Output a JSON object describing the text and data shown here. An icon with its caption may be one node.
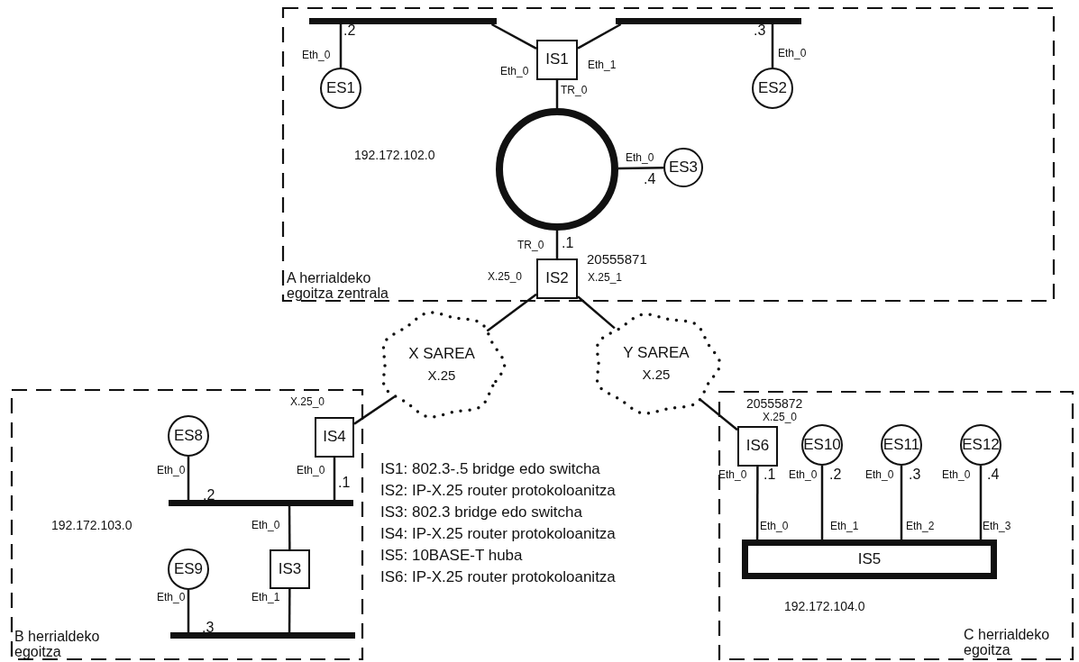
{
  "diagram": {
    "nodes": [
      {
        "text": [
          "A herrialdeko egoitza zentrala"
        ]
      },
      {
        "text": [],
        "shape": "bar",
        "in": 0
      },
      {
        "text": [],
        "shape": "bar",
        "in": 0
      },
      {
        "text": [
          "IS1"
        ],
        "in": 0
      },
      {
        "text": [
          "ES1"
        ],
        "in": 0
      },
      {
        "text": [
          "ES2"
        ],
        "in": 0
      },
      {
        "text": [],
        "shape": "circle",
        "in": 0
      },
      {
        "text": [
          "ES3"
        ],
        "in": 0
      },
      {
        "text": [
          "IS2"
        ],
        "in": 0
      },
      {
        "text": [
          "X SAREA",
          "X.25"
        ]
      },
      {
        "text": [
          "Y SAREA",
          "X.25"
        ]
      },
      {
        "text": [
          "B herrialdeko egoitza"
        ]
      },
      {
        "text": [
          "ES8"
        ],
        "in": 11
      },
      {
        "text": [
          "IS4"
        ],
        "in": 11
      },
      {
        "text": [],
        "shape": "bar",
        "in": 11
      },
      {
        "text": [
          "IS3"
        ],
        "in": 11
      },
      {
        "text": [
          "ES9"
        ],
        "in": 11
      },
      {
        "text": [],
        "shape": "bar",
        "in": 11
      },
      {
        "text": [
          "C herrialdeko egoitza"
        ]
      },
      {
        "text": [
          "IS6"
        ],
        "in": 18
      },
      {
        "text": [
          "ES10"
        ],
        "in": 18
      },
      {
        "text": [
          "ES11"
        ],
        "in": 18
      },
      {
        "text": [
          "ES12"
        ],
        "in": 18
      },
      {
        "text": [
          "IS5"
        ],
        "in": 18
      }
    ],
    "edges": [
      {
        "from": 1,
        "to": 3,
        "arrow": "none"
      },
      {
        "from": 3,
        "to": 2,
        "arrow": "none"
      },
      {
        "from": 4,
        "to": 1,
        "arrow": "none"
      },
      {
        "from": 5,
        "to": 2,
        "arrow": "none"
      },
      {
        "from": 3,
        "to": 6,
        "arrow": "none"
      },
      {
        "from": 6,
        "to": 7,
        "arrow": "none"
      },
      {
        "from": 6,
        "to": 8,
        "arrow": "none"
      },
      {
        "from": 8,
        "to": 9,
        "arrow": "none"
      },
      {
        "from": 8,
        "to": 10,
        "arrow": "none"
      },
      {
        "from": 9,
        "to": 13,
        "arrow": "none"
      },
      {
        "from": 10,
        "to": 19,
        "arrow": "none"
      },
      {
        "from": 12,
        "to": 14,
        "arrow": "none"
      },
      {
        "from": 13,
        "to": 14,
        "arrow": "none"
      },
      {
        "from": 14,
        "to": 15,
        "arrow": "none"
      },
      {
        "from": 15,
        "to": 17,
        "arrow": "none"
      },
      {
        "from": 16,
        "to": 17,
        "arrow": "none"
      },
      {
        "from": 19,
        "to": 23,
        "arrow": "none"
      },
      {
        "from": 20,
        "to": 23,
        "arrow": "none"
      },
      {
        "from": 21,
        "to": 23,
        "arrow": "none"
      },
      {
        "from": 22,
        "to": 23,
        "arrow": "none"
      }
    ],
    "labels": [
      ".2",
      "Eth_0",
      ".3",
      "Eth_0",
      "Eth_0",
      "Eth_1",
      "TR_0",
      "192.172.102.0",
      "Eth_0",
      ".4",
      "TR_0",
      ".1",
      "20555871",
      "X.25_0",
      "X.25_1",
      "X.25_0",
      "20555872",
      "X.25_0",
      "Eth_0",
      "Eth_0",
      ".1",
      "Eth_0",
      ".1",
      "Eth_0",
      ".2",
      "Eth_0",
      ".3",
      "Eth_0",
      ".4",
      ".2",
      "192.172.103.0",
      "Eth_0",
      "Eth_0",
      "Eth_1",
      "Eth_2",
      "Eth_3",
      "Eth_0",
      "Eth_1",
      "192.172.104.0",
      ".3",
      "IS1: 802.3-.5 bridge edo switcha",
      "IS2: IP-X.25 router protokoloanitza",
      "IS3: 802.3 bridge edo switcha",
      "IS4: IP-X.25 router protokoloanitza",
      "IS5: 10BASE-T huba",
      "IS6: IP-X.25 router protokoloanitza"
    ]
  }
}
